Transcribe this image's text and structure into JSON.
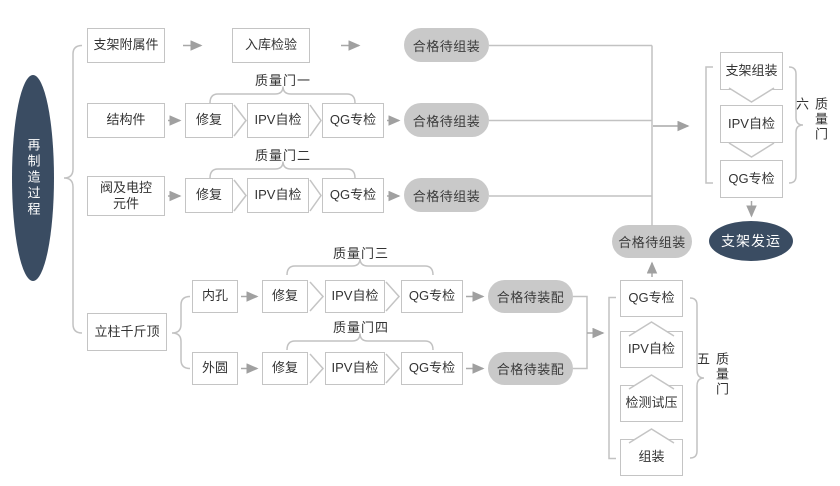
{
  "title_ellipse": "再制造过程",
  "rows": {
    "accessories": {
      "source": "支架附属件",
      "inspect": "入库检验",
      "result": "合格待组装"
    },
    "structure": {
      "source": "结构件",
      "repair": "修复",
      "self_check": "IPV自检",
      "special_check": "QG专检",
      "result": "合格待组装",
      "gate": "质量门一"
    },
    "valve": {
      "source": "阀及电控元件",
      "repair": "修复",
      "self_check": "IPV自检",
      "special_check": "QG专检",
      "result": "合格待组装",
      "gate": "质量门二"
    },
    "jack": {
      "source": "立柱千斤顶",
      "inner": "内孔",
      "outer": "外圆"
    },
    "inner_bore": {
      "repair": "修复",
      "self_check": "IPV自检",
      "special_check": "QG专检",
      "result": "合格待装配",
      "gate": "质量门三"
    },
    "outer_circle": {
      "repair": "修复",
      "self_check": "IPV自检",
      "special_check": "QG专检",
      "result": "合格待装配",
      "gate": "质量门四"
    }
  },
  "assembly_column": {
    "steps": [
      "QG专检",
      "IPV自检",
      "检测试压",
      "组装"
    ],
    "gate": "质量门五",
    "result": "合格待组装"
  },
  "final_column": {
    "steps": [
      "支架组装",
      "IPV自检",
      "QG专检"
    ],
    "gate": "质量门六",
    "ship": "支架发运"
  },
  "colors": {
    "node_dark": "#3a4c62",
    "pill_gray": "#c9c9c9",
    "line_gray": "#c2c2c2",
    "text_dark": "#333333"
  }
}
